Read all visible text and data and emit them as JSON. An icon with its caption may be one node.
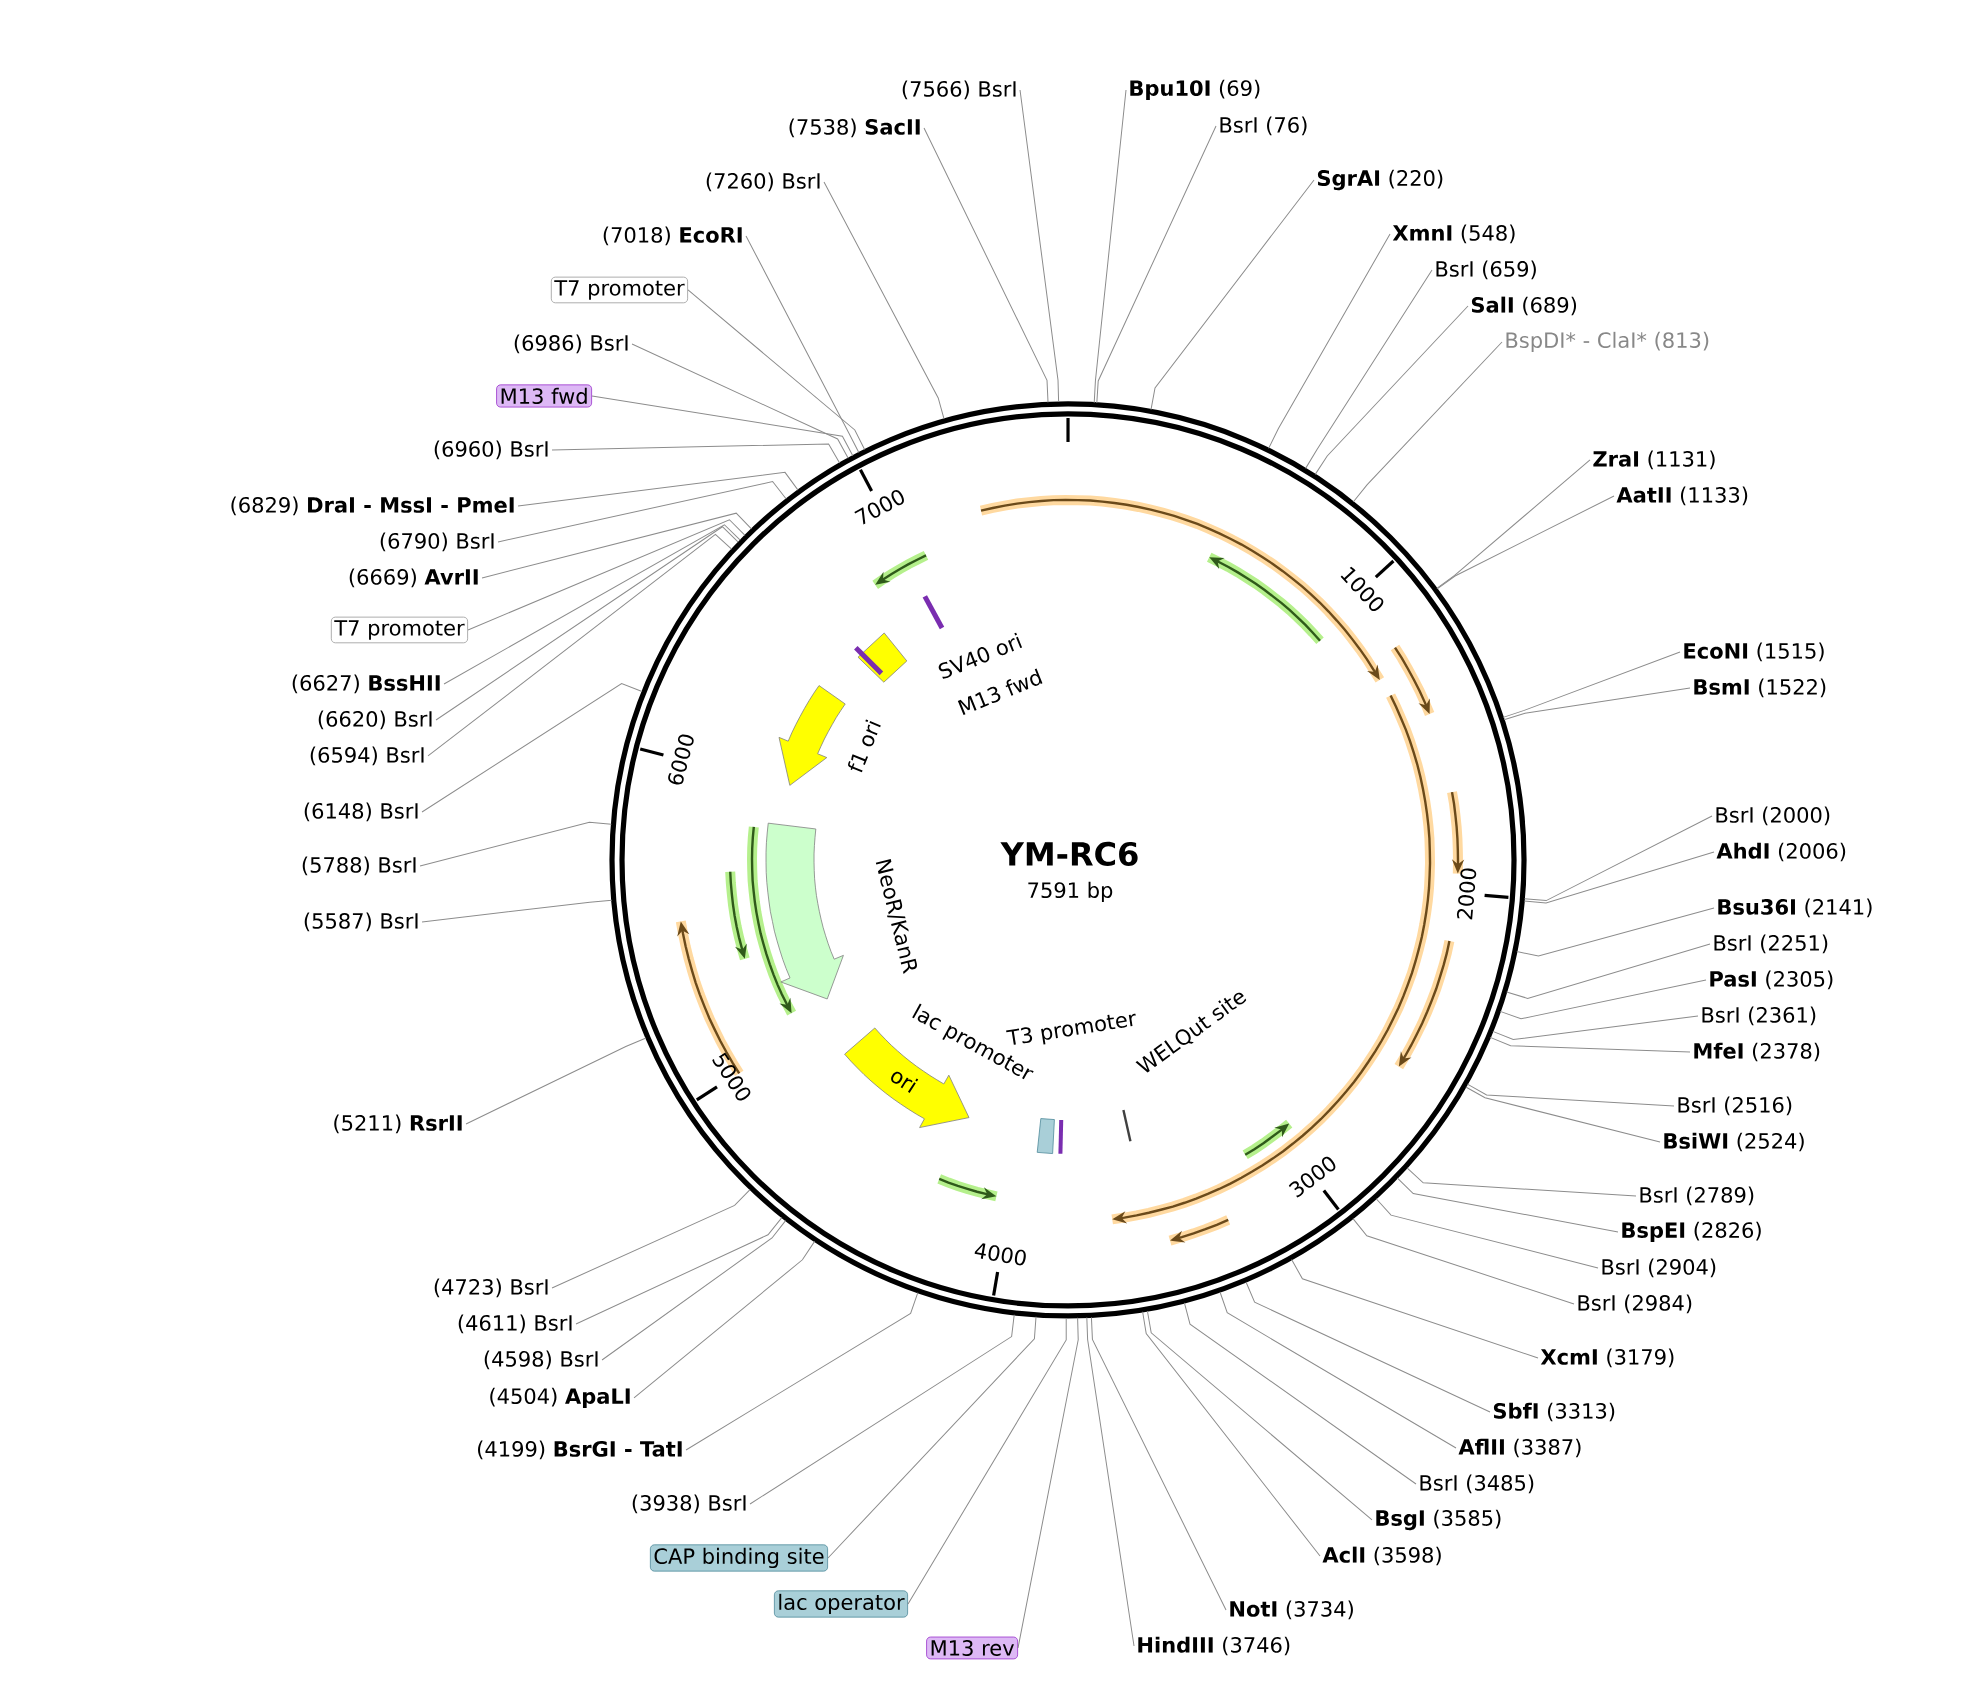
{
  "diagram": {
    "title": "YM-RC6",
    "nodes": [
      {
        "text": [
          "(7566) BsrI"
        ]
      },
      {
        "text": [
          "(7538) **SacII**"
        ]
      },
      {
        "text": [
          "(7260) BsrI"
        ]
      },
      {
        "text": [
          "(7018) **EcoRI**"
        ]
      },
      {
        "text": [
          "T7 promoter"
        ]
      },
      {
        "text": [
          "(6986) BsrI"
        ]
      },
      {
        "text": [
          "M13 fwd"
        ]
      },
      {
        "text": [
          "(6960) BsrI"
        ]
      },
      {
        "text": [
          "(6829) **DraI - MssI - PmeI**"
        ]
      },
      {
        "text": [
          "(6790) BsrI"
        ]
      },
      {
        "text": [
          "(6669) **AvrII**"
        ]
      },
      {
        "text": [
          "T7 promoter"
        ]
      },
      {
        "text": [
          "(6627) **BssHII**"
        ]
      },
      {
        "text": [
          "(6620) BsrI"
        ]
      },
      {
        "text": [
          "(6594) BsrI"
        ]
      },
      {
        "text": [
          "(6148) BsrI"
        ]
      },
      {
        "text": [
          "(5788) BsrI"
        ]
      },
      {
        "text": [
          "(5587) BsrI"
        ]
      },
      {
        "text": [
          "(5211) **RsrII**"
        ]
      },
      {
        "text": [
          "(4723) BsrI"
        ]
      },
      {
        "text": [
          "(4611) BsrI"
        ]
      },
      {
        "text": [
          "(4598) BsrI"
        ]
      },
      {
        "text": [
          "(4504) **ApaLI**"
        ]
      },
      {
        "text": [
          "(4199) **BsrGI - TatI**"
        ]
      },
      {
        "text": [
          "(3938) BsrI"
        ]
      },
      {
        "text": [
          "CAP binding site"
        ]
      },
      {
        "text": [
          "lac operator"
        ]
      },
      {
        "text": [
          "M13 rev"
        ]
      },
      {
        "text": [
          "**Bpu10I** (69)"
        ]
      },
      {
        "text": [
          "BsrI (76)"
        ]
      },
      {
        "text": [
          "**SgrAI** (220)"
        ]
      },
      {
        "text": [
          "**XmnI** (548)"
        ]
      },
      {
        "text": [
          "BsrI (659)"
        ]
      },
      {
        "text": [
          "**SalI** (689)"
        ]
      },
      {
        "text": [
          "BspDI* - ClaI* (813)"
        ]
      },
      {
        "text": [
          "**ZraI** (1131)"
        ]
      },
      {
        "text": [
          "**AatII** (1133)"
        ]
      },
      {
        "text": [
          "**EcoNI** (1515)"
        ]
      },
      {
        "text": [
          "**BsmI** (1522)"
        ]
      },
      {
        "text": [
          "BsrI (2000)"
        ]
      },
      {
        "text": [
          "**AhdI** (2006)"
        ]
      },
      {
        "text": [
          "**Bsu36I** (2141)"
        ]
      },
      {
        "text": [
          "BsrI (2251)"
        ]
      },
      {
        "text": [
          "**PasI** (2305)"
        ]
      },
      {
        "text": [
          "BsrI (2361)"
        ]
      },
      {
        "text": [
          "**MfeI** (2378)"
        ]
      },
      {
        "text": [
          "BsrI (2516)"
        ]
      },
      {
        "text": [
          "**BsiWI** (2524)"
        ]
      },
      {
        "text": [
          "BsrI (2789)"
        ]
      },
      {
        "text": [
          "**BspEI** (2826)"
        ]
      },
      {
        "text": [
          "BsrI (2904)"
        ]
      },
      {
        "text": [
          "BsrI (2984)"
        ]
      },
      {
        "text": [
          "**XcmI** (3179)"
        ]
      },
      {
        "text": [
          "**SbfI** (3313)"
        ]
      },
      {
        "text": [
          "**AflII** (3387)"
        ]
      },
      {
        "text": [
          "BsrI (3485)"
        ]
      },
      {
        "text": [
          "**BsgI** (3585)"
        ]
      },
      {
        "text": [
          "**AclI** (3598)"
        ]
      },
      {
        "text": [
          "**NotI** (3734)"
        ]
      },
      {
        "text": [
          "**HindIII** (3746)"
        ]
      },
      {
        "text": [
          "ori"
        ]
      }
    ],
    "edges": [
      {
        "from": 0,
        "to": null,
        "arrow": "none"
      },
      {
        "from": 1,
        "to": null,
        "arrow": "none"
      },
      {
        "from": 2,
        "to": null,
        "arrow": "none"
      },
      {
        "from": 3,
        "to": null,
        "arrow": "none"
      },
      {
        "from": 4,
        "to": null,
        "arrow": "none"
      },
      {
        "from": 5,
        "to": null,
        "arrow": "none"
      },
      {
        "from": 6,
        "to": null,
        "arrow": "none"
      },
      {
        "from": 7,
        "to": null,
        "arrow": "none"
      },
      {
        "from": 8,
        "to": null,
        "arrow": "none"
      },
      {
        "from": 9,
        "to": null,
        "arrow": "none"
      },
      {
        "from": 10,
        "to": null,
        "arrow": "none"
      },
      {
        "from": 11,
        "to": null,
        "arrow": "none"
      },
      {
        "from": 12,
        "to": null,
        "arrow": "none"
      },
      {
        "from": 13,
        "to": null,
        "arrow": "none"
      },
      {
        "from": 14,
        "to": null,
        "arrow": "none"
      },
      {
        "from": 15,
        "to": null,
        "arrow": "none"
      },
      {
        "from": 16,
        "to": null,
        "arrow": "none"
      },
      {
        "from": 17,
        "to": null,
        "arrow": "none"
      },
      {
        "from": 18,
        "to": null,
        "arrow": "none"
      },
      {
        "from": 19,
        "to": null,
        "arrow": "none"
      },
      {
        "from": 20,
        "to": null,
        "arrow": "none"
      },
      {
        "from": 21,
        "to": null,
        "arrow": "none"
      },
      {
        "from": 22,
        "to": null,
        "arrow": "none"
      },
      {
        "from": 23,
        "to": null,
        "arrow": "none"
      },
      {
        "from": 24,
        "to": null,
        "arrow": "none"
      },
      {
        "from": 25,
        "to": null,
        "arrow": "none"
      },
      {
        "from": 26,
        "to": null,
        "arrow": "none"
      },
      {
        "from": 27,
        "to": null,
        "arrow": "none"
      },
      {
        "from": 28,
        "to": null,
        "arrow": "none"
      },
      {
        "from": 29,
        "to": null,
        "arrow": "none"
      },
      {
        "from": 30,
        "to": null,
        "arrow": "none"
      },
      {
        "from": 31,
        "to": null,
        "arrow": "none"
      },
      {
        "from": 32,
        "to": null,
        "arrow": "none"
      },
      {
        "from": 33,
        "to": null,
        "arrow": "none"
      },
      {
        "from": 34,
        "to": null,
        "arrow": "none"
      },
      {
        "from": 35,
        "to": null,
        "arrow": "none"
      },
      {
        "from": 36,
        "to": null,
        "arrow": "none"
      },
      {
        "from": 37,
        "to": null,
        "arrow": "none"
      },
      {
        "from": 38,
        "to": null,
        "arrow": "none"
      },
      {
        "from": 39,
        "to": null,
        "arrow": "none"
      },
      {
        "from": 40,
        "to": null,
        "arrow": "none"
      },
      {
        "from": 41,
        "to": null,
        "arrow": "none"
      },
      {
        "from": 42,
        "to": null,
        "arrow": "none"
      },
      {
        "from": 43,
        "to": null,
        "arrow": "none"
      },
      {
        "from": 44,
        "to": null,
        "arrow": "none"
      },
      {
        "from": 45,
        "to": null,
        "arrow": "none"
      },
      {
        "from": 46,
        "to": null,
        "arrow": "none"
      },
      {
        "from": 47,
        "to": null,
        "arrow": "none"
      },
      {
        "from": 48,
        "to": null,
        "arrow": "none"
      },
      {
        "from": 49,
        "to": null,
        "arrow": "none"
      },
      {
        "from": 50,
        "to": null,
        "arrow": "none"
      },
      {
        "from": 51,
        "to": null,
        "arrow": "none"
      },
      {
        "from": 52,
        "to": null,
        "arrow": "none"
      },
      {
        "from": 53,
        "to": null,
        "arrow": "none"
      },
      {
        "from": 54,
        "to": null,
        "arrow": "none"
      },
      {
        "from": 55,
        "to": null,
        "arrow": "none"
      },
      {
        "from": 56,
        "to": null,
        "arrow": "none"
      },
      {
        "from": 57,
        "to": null,
        "arrow": "none"
      },
      {
        "from": 58,
        "to": null,
        "arrow": "none"
      },
      {
        "from": 59,
        "to": null,
        "arrow": "none"
      }
    ],
    "labels": [
      "SV40 ori",
      "M13 fwd",
      "f1 ori",
      "NeoR/KanR",
      "7591 bp",
      "lac promoter",
      "T3 promoter",
      "WELQut site",
      "1000",
      "2000",
      "3000",
      "4000",
      "5000",
      "6000",
      "7000"
    ]
  }
}
